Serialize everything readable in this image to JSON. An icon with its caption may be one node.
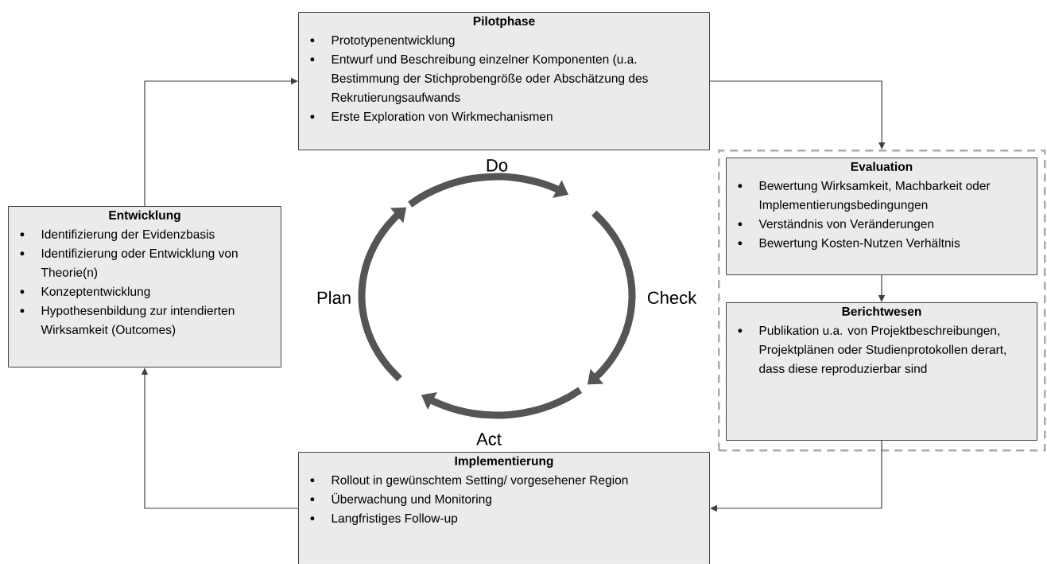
{
  "diagram": {
    "nodes": [
      {
        "text": [
          "Pilotphase",
          "Prototypenentwicklung",
          "Entwurf und Beschreibung einzelner Komponenten (u.a. Bestimmung der Stichprobengröße oder Abschätzung des Rekrutierungsaufwands",
          "Erste Exploration von Wirkmechanismen"
        ]
      },
      {
        "text": [],
        "shape": "box"
      },
      {
        "text": [
          "Evaluation",
          "Bewertung Wirksamkeit, Machbarkeit oder Implementierungsbedingungen",
          "Verständnis von Veränderungen",
          "Bewertung Kosten-Nutzen Verhältnis"
        ],
        "in": 1
      },
      {
        "text": [
          "Berichtwesen",
          "Publikation u.a. von Projektbeschreibungen, Projektplänen oder Studienprotokollen derart, dass diese reproduzierbar sind"
        ],
        "in": 1
      },
      {
        "text": [
          "Entwicklung",
          "Identifizierung der Evidenzbasis",
          "Identifizierung oder Entwicklung von Theorie(n)",
          "Konzeptentwicklung",
          "Hypothesenbildung zur intendierten Wirksamkeit (Outcomes)"
        ]
      },
      {
        "text": [
          "Implementierung",
          "Rollout in gewünschtem Setting/ vorgesehener Region",
          "Überwachung und Monitoring",
          "Langfristiges Follow-up"
        ]
      }
    ],
    "edges": [
      {
        "from": 0,
        "to": 1,
        "arrow": "to"
      },
      {
        "from": 2,
        "to": 3,
        "arrow": "to"
      },
      {
        "from": 3,
        "to": 5,
        "arrow": "to"
      },
      {
        "from": 5,
        "to": 4,
        "arrow": "to"
      },
      {
        "from": 4,
        "to": 0,
        "arrow": "to"
      }
    ],
    "labels": [
      "Do",
      "Plan",
      "Check",
      "Act"
    ]
  }
}
